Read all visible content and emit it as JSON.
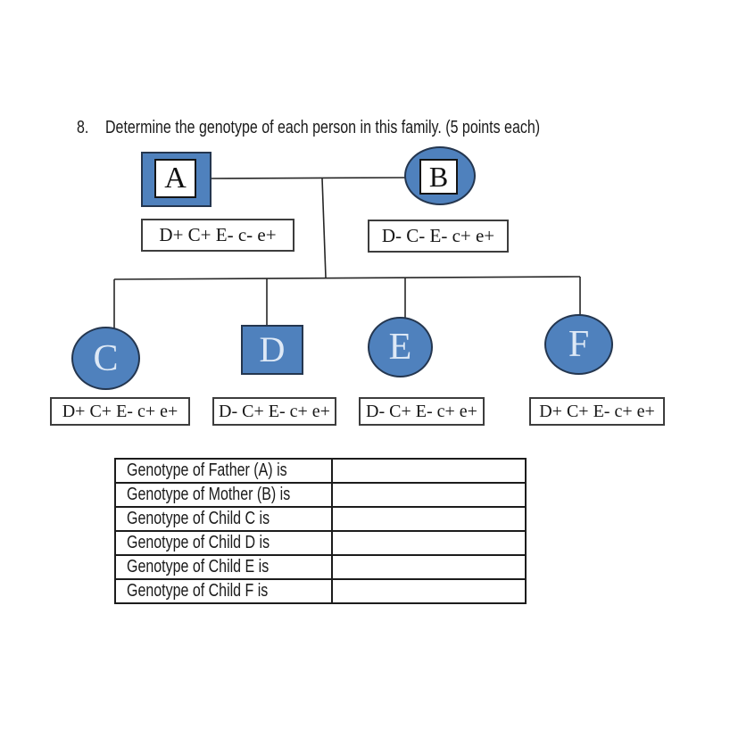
{
  "title": {
    "number": "8.",
    "text": "Determine the genotype of each person in this family. (5 points each)"
  },
  "colors": {
    "shape_fill": "#4F81BD",
    "shape_border": "#24364F",
    "letter_light": "#DEE9F6",
    "box_border": "#3D3D3D",
    "table_border": "#1C1C1C",
    "line": "#262626",
    "text": "#1A1A1A"
  },
  "pedigree": {
    "parents": [
      {
        "id": "A",
        "label": "A",
        "shape": "square",
        "role": "father",
        "genotype": "D+ C+ E- c- e+"
      },
      {
        "id": "B",
        "label": "B",
        "shape": "circle",
        "role": "mother",
        "genotype": "D- C- E- c+ e+"
      }
    ],
    "children": [
      {
        "id": "C",
        "label": "C",
        "shape": "circle",
        "genotype": "D+ C+ E- c+ e+"
      },
      {
        "id": "D",
        "label": "D",
        "shape": "square",
        "genotype": "D- C+ E- c+ e+"
      },
      {
        "id": "E",
        "label": "E",
        "shape": "circle",
        "genotype": "D- C+ E- c+ e+"
      },
      {
        "id": "F",
        "label": "F",
        "shape": "circle",
        "genotype": "D+ C+ E- c+ e+"
      }
    ]
  },
  "answer_table": {
    "rows": [
      {
        "label": "Genotype of Father (A) is",
        "value": ""
      },
      {
        "label": "Genotype of Mother (B) is",
        "value": ""
      },
      {
        "label": "Genotype of Child C is",
        "value": ""
      },
      {
        "label": "Genotype of Child D is",
        "value": ""
      },
      {
        "label": "Genotype of Child E is",
        "value": ""
      },
      {
        "label": "Genotype of Child F is",
        "value": ""
      }
    ]
  }
}
